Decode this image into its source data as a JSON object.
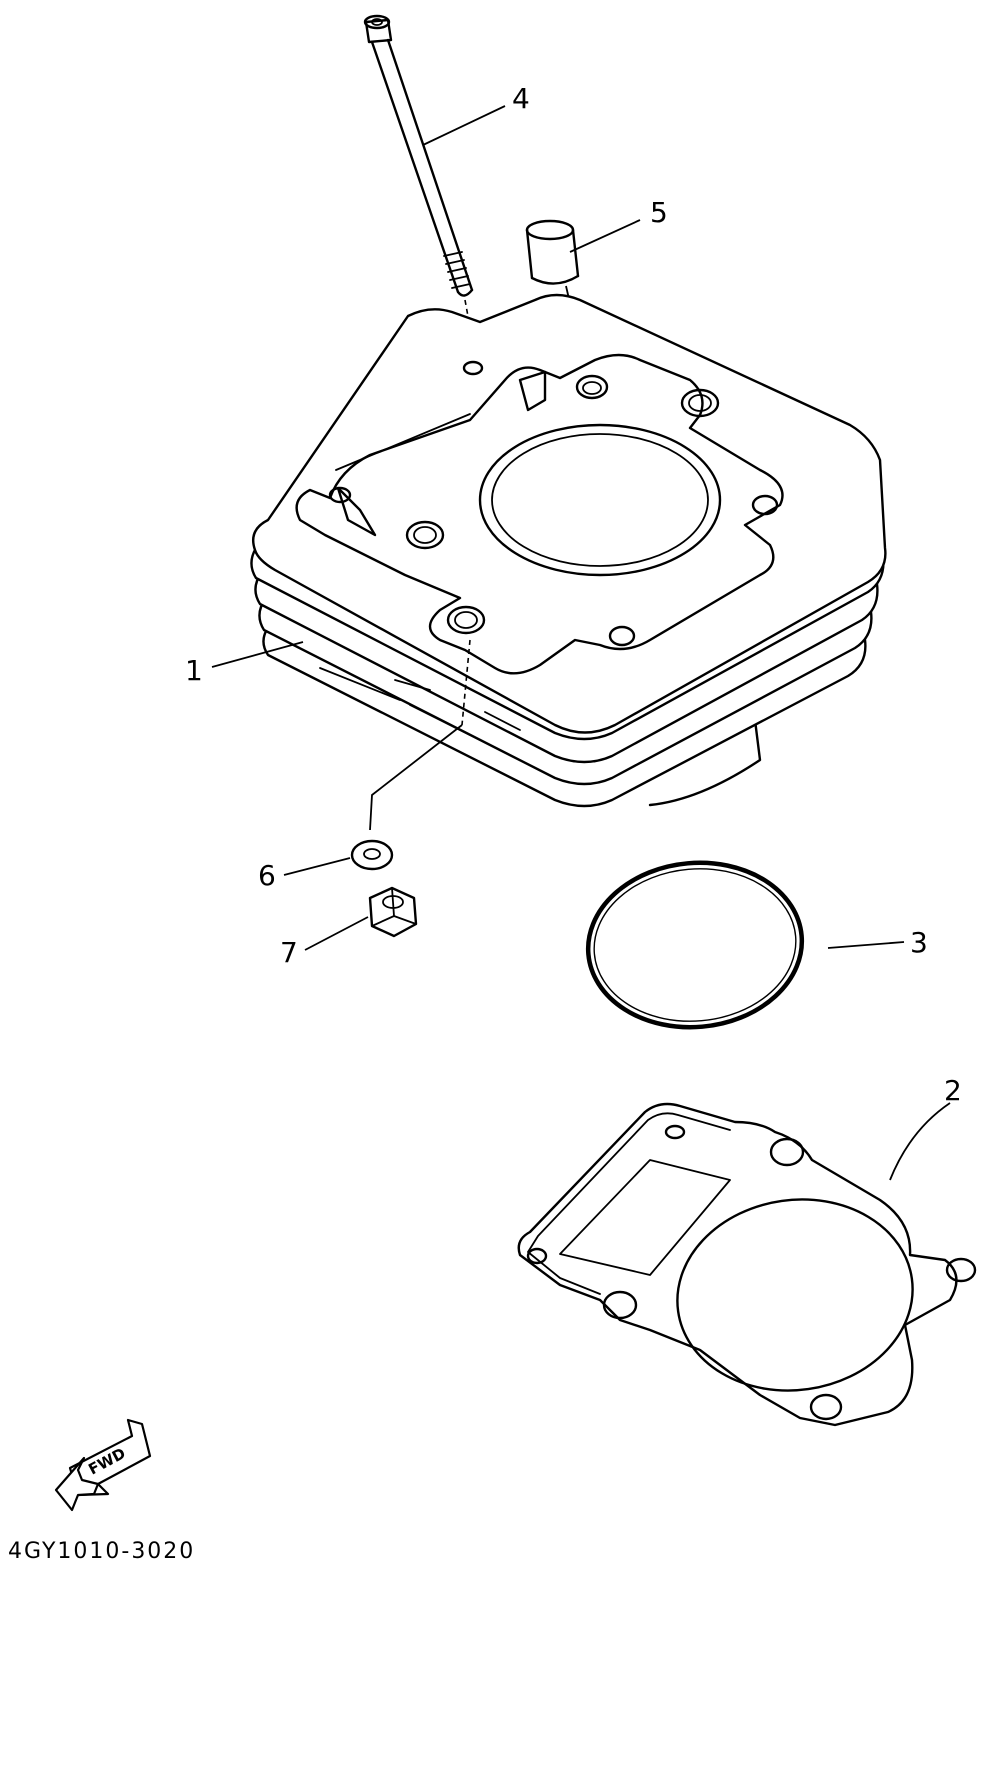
{
  "callouts": [
    {
      "id": "cylinder",
      "label": "1"
    },
    {
      "id": "gasket-cylinder",
      "label": "2"
    },
    {
      "id": "o-ring",
      "label": "3"
    },
    {
      "id": "stud-bolt",
      "label": "4"
    },
    {
      "id": "dowel-pin",
      "label": "5"
    },
    {
      "id": "washer",
      "label": "6"
    },
    {
      "id": "nut",
      "label": "7"
    }
  ],
  "fwd_indicator": {
    "label": "FWD",
    "icon": "fwd-arrow-icon"
  },
  "diagram_code": "4GY1010-3020"
}
